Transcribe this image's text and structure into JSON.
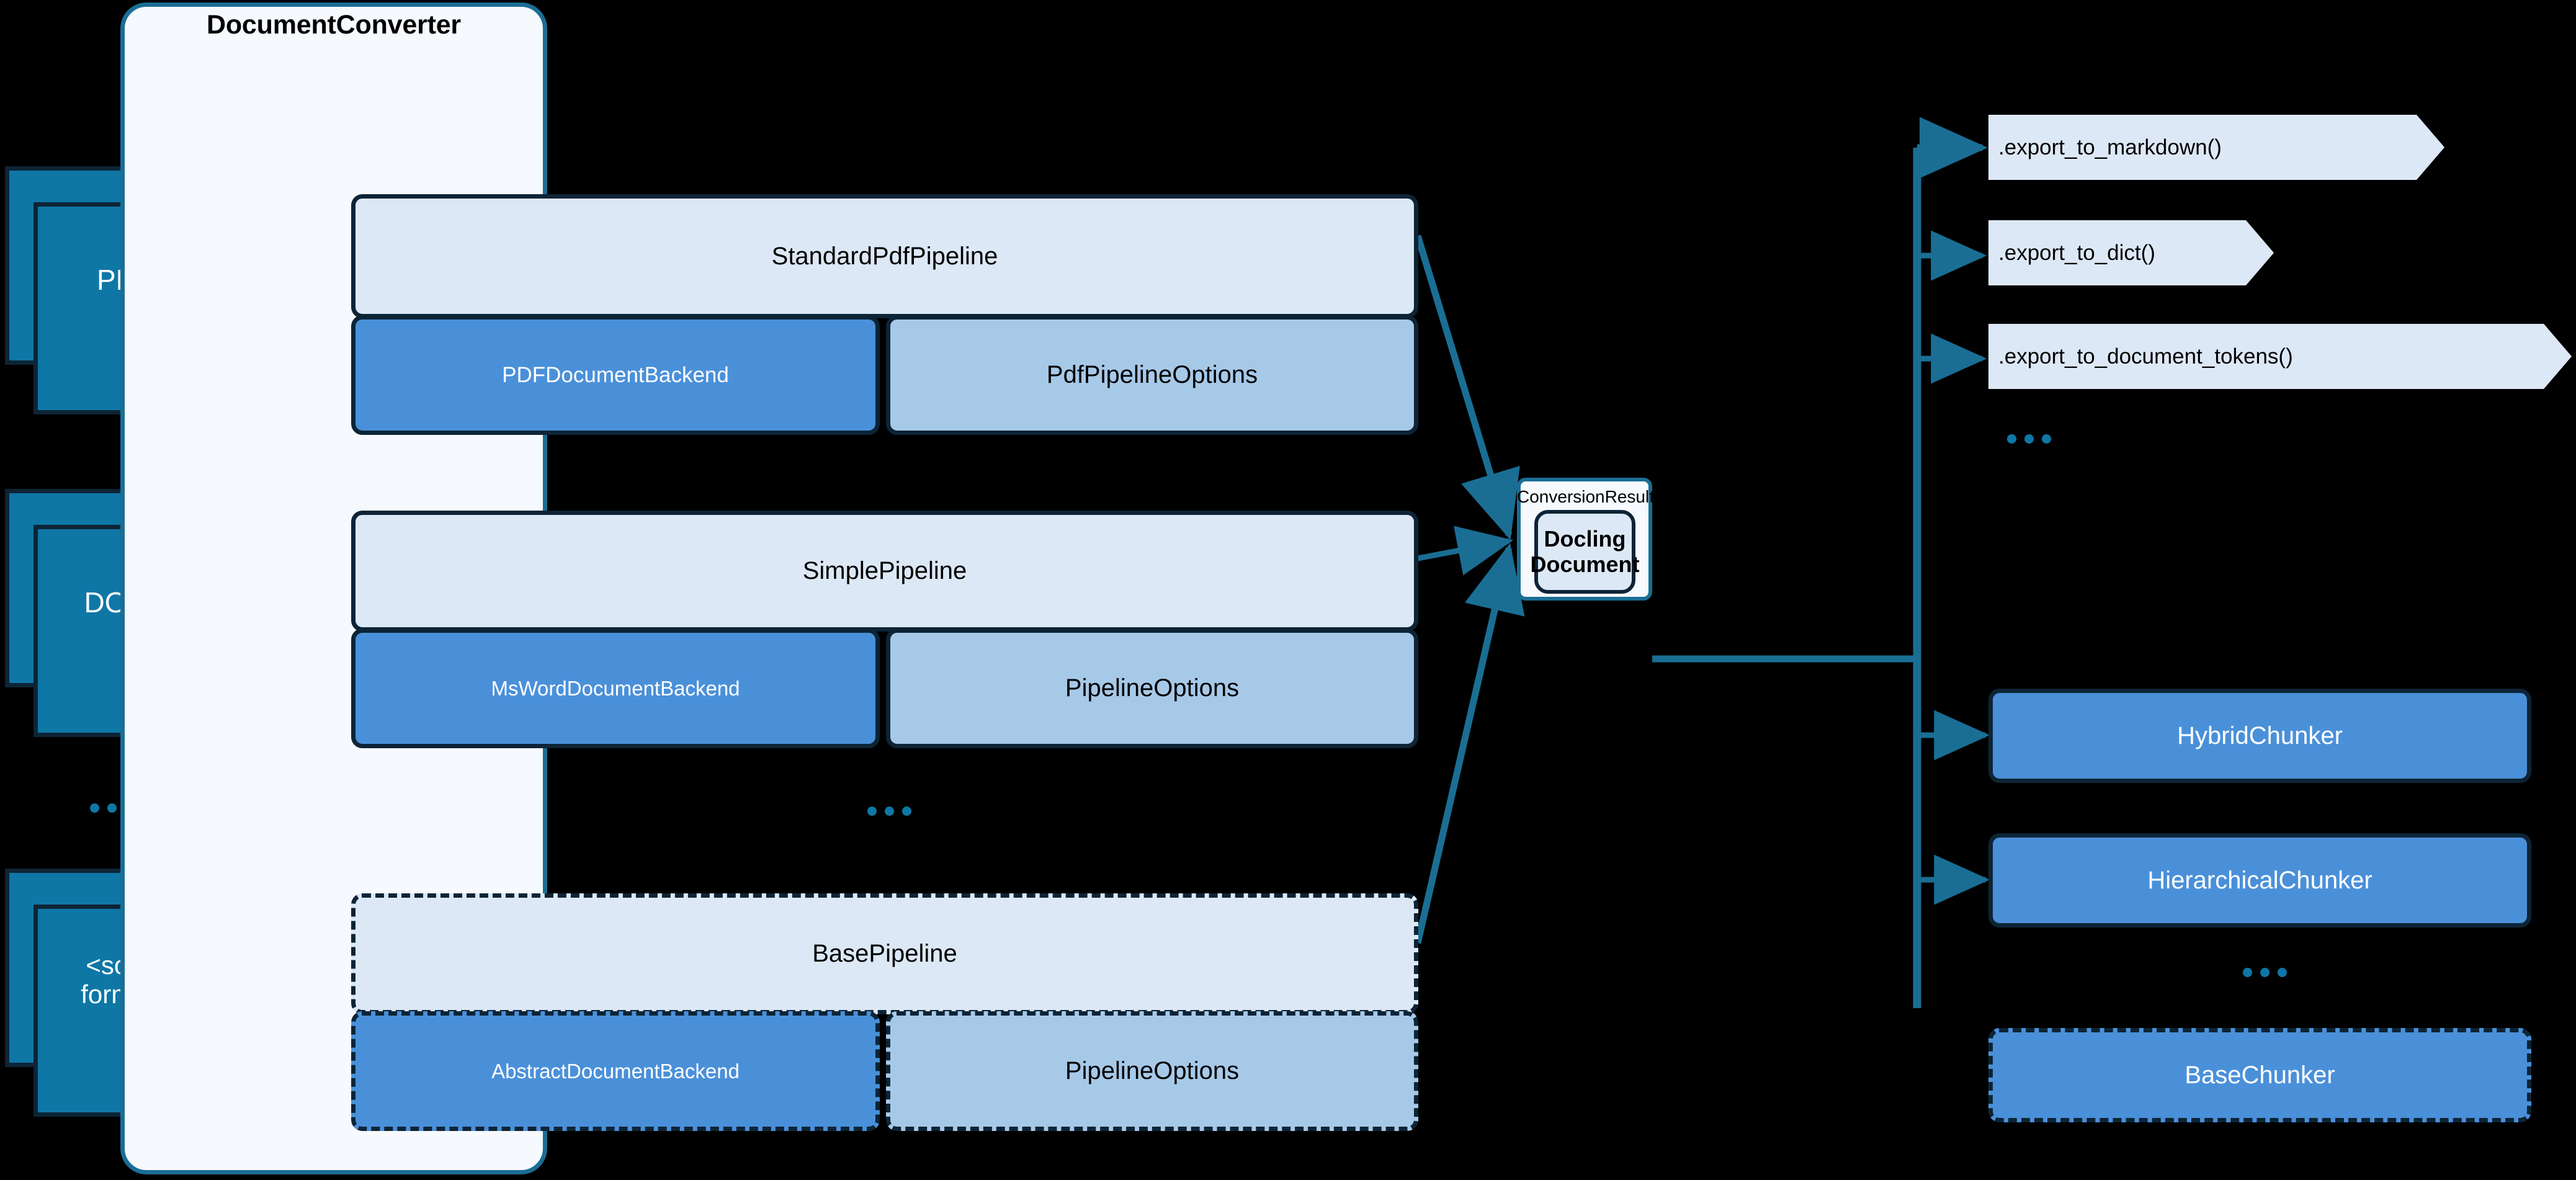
{
  "colors": {
    "background": "#000000",
    "panel_fill": "#f6f9fd",
    "panel_border": "#1a6e94",
    "doc_fill": "#0e77a6",
    "doc_border": "#0d2436",
    "pipeline_head_fill": "#dce8f5",
    "backend_fill": "#4a90d9",
    "options_fill": "#a7c9e8",
    "box_border": "#0d2436",
    "chevron_fill": "#dde8f6",
    "arrow": "#1a6e94",
    "ellipsis_dot": "#0e77a6",
    "text_dark": "#000000",
    "text_light": "#ffffff"
  },
  "inputs": {
    "documents": [
      {
        "label": "PDF",
        "name": "pdf"
      },
      {
        "label": "DOCX",
        "name": "docx"
      },
      {
        "label": "<some\nformat>",
        "name": "some-format"
      }
    ],
    "ellipsis": "..."
  },
  "converter": {
    "title": "DocumentConverter",
    "ellipsis": "...",
    "pipelines": [
      {
        "name": "standard-pdf-pipeline",
        "head": "StandardPdfPipeline",
        "backend": "PDFDocumentBackend",
        "options": "PdfPipelineOptions",
        "abstract": false
      },
      {
        "name": "simple-pipeline",
        "head": "SimplePipeline",
        "backend": "MsWordDocumentBackend",
        "options": "PipelineOptions",
        "abstract": false
      },
      {
        "name": "base-pipeline",
        "head": "BasePipeline",
        "backend": "AbstractDocumentBackend",
        "options": "PipelineOptions",
        "abstract": true
      }
    ]
  },
  "result": {
    "container_label": "ConversionResult",
    "document_label": "Docling\nDocument"
  },
  "exports": {
    "ellipsis": "...",
    "methods": [
      {
        "label": ".export_to_markdown()",
        "name": "export-to-markdown"
      },
      {
        "label": ".export_to_dict()",
        "name": "export-to-dict"
      },
      {
        "label": ".export_to_document_tokens()",
        "name": "export-to-document-tokens"
      }
    ]
  },
  "chunkers": {
    "ellipsis": "...",
    "items": [
      {
        "label": "HybridChunker",
        "name": "hybrid-chunker",
        "abstract": false
      },
      {
        "label": "HierarchicalChunker",
        "name": "hierarchical-chunker",
        "abstract": false
      },
      {
        "label": "BaseChunker",
        "name": "base-chunker",
        "abstract": true
      }
    ]
  }
}
